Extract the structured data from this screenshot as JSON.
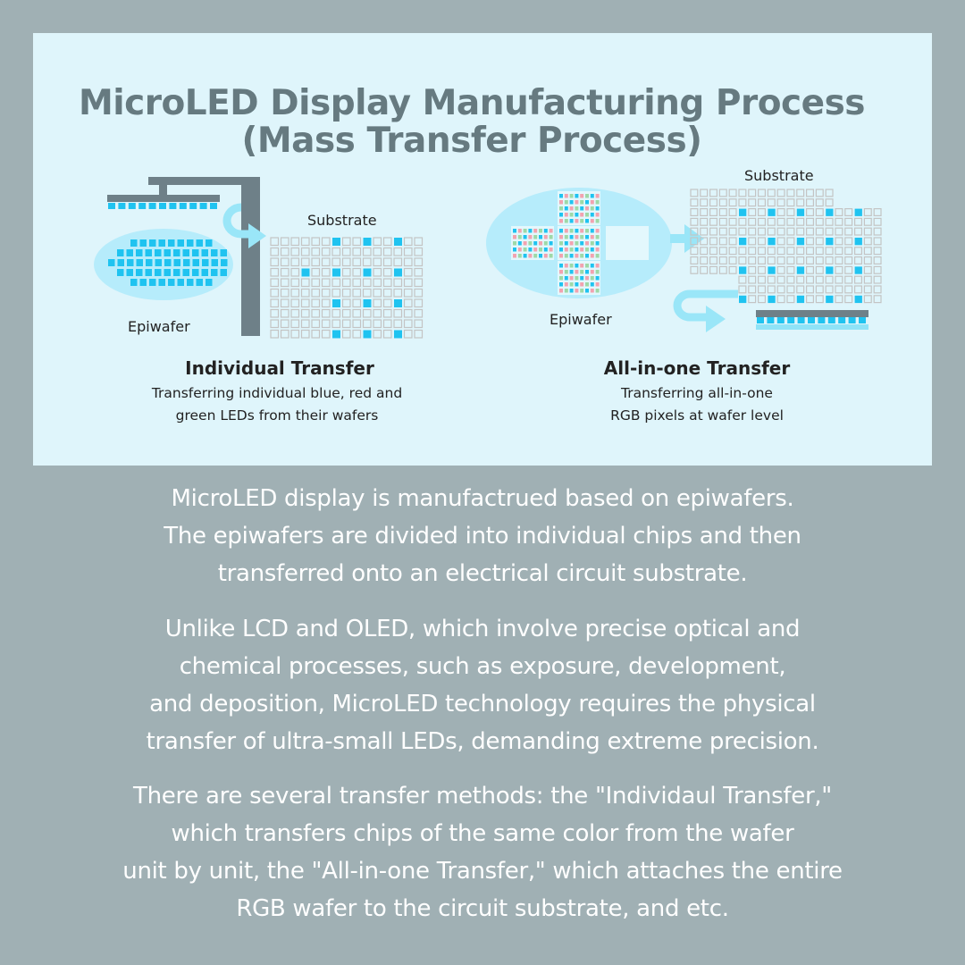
{
  "title": "MicroLED Display Manufacturing Process\n(Mass Transfer Process)",
  "title_line1": "MicroLED Display Manufacturing Process",
  "title_line2": "(Mass Transfer Process)",
  "colors": {
    "page_background": "#a0b0b4",
    "panel_background": "#dff5fb",
    "title": "#667a80",
    "led_blue": "#1fc3f0",
    "wafer": "#b6ecfb",
    "tool_gray": "#6e8088",
    "grid_cell": "#c4c4c4",
    "arrow": "#9ae6f8"
  },
  "left_diagram": {
    "substrate_label": "Substrate",
    "epiwafer_label": "Epiwafer",
    "caption_title": "Individual Transfer",
    "caption_desc": "Transferring individual blue, red and\ngreen LEDs from their wafers"
  },
  "right_diagram": {
    "substrate_label": "Substrate",
    "epiwafer_label": "Epiwafer",
    "caption_title": "All-in-one Transfer",
    "caption_desc": "Transferring all-in-one\nRGB pixels at wafer level"
  },
  "paragraphs": [
    "MicroLED display is manufactrued based on epiwafers.\nThe epiwafers are divided into individual chips and then\ntransferred onto an electrical circuit substrate.",
    "Unlike LCD and OLED, which involve precise optical and\nchemical processes, such as exposure, development,\nand deposition, MicroLED technology requires the physical\ntransfer of ultra-small LEDs, demanding extreme precision.",
    "There are several transfer methods: the \"Individaul Transfer,\"\nwhich transfers chips of the same color from the wafer\nunit by unit, the \"All-in-one Transfer,\" which attaches the entire\nRGB wafer  to the circuit substrate, and etc."
  ]
}
